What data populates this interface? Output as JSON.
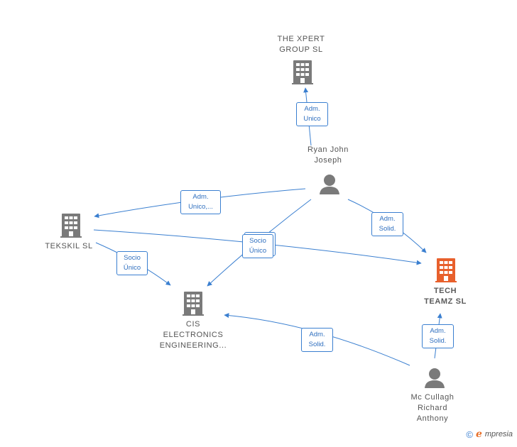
{
  "nodes": {
    "xpert": {
      "label": "THE XPERT\nGROUP  SL",
      "type": "company"
    },
    "ryan": {
      "label": "Ryan John\nJoseph",
      "type": "person"
    },
    "tekskil": {
      "label": "TEKSKIL  SL",
      "type": "company"
    },
    "tech": {
      "label": "TECH\nTEAMZ  SL",
      "type": "company-focus"
    },
    "cis": {
      "label": "CIS\nELECTRONICS\nENGINEERING...",
      "type": "company"
    },
    "mc": {
      "label": "Mc Cullagh\nRichard\nAnthony",
      "type": "person"
    }
  },
  "edges": [
    {
      "id": "e1",
      "label": "Adm.\nUnico",
      "from": "ryan",
      "to": "xpert"
    },
    {
      "id": "e2",
      "label": "Adm.\nUnico,...",
      "from": "ryan",
      "to": "tekskil"
    },
    {
      "id": "e3",
      "label": "Adm.\nSolid.",
      "from": "ryan",
      "to": "tech"
    },
    {
      "id": "e4",
      "label": "Socio\nÚnico",
      "from": "ryan",
      "to": "cis"
    },
    {
      "id": "e5",
      "label": "Socio\nÚnico",
      "from": "tekskil",
      "to": "cis"
    },
    {
      "id": "e6",
      "label": "Adm.\nSolid.",
      "from": "mc",
      "to": "cis"
    },
    {
      "id": "e7",
      "label": "Adm.\nSolid.",
      "from": "mc",
      "to": "tech"
    },
    {
      "id": "e8",
      "label": "",
      "from": "tekskil",
      "to": "tech"
    }
  ],
  "footer": {
    "copyright": "©",
    "brand_initial": "e",
    "brand_rest": "mpresia"
  },
  "colors": {
    "edge": "#3a7fd0",
    "company": "#7a7a7a",
    "focus": "#e8602c",
    "person": "#7a7a7a"
  }
}
